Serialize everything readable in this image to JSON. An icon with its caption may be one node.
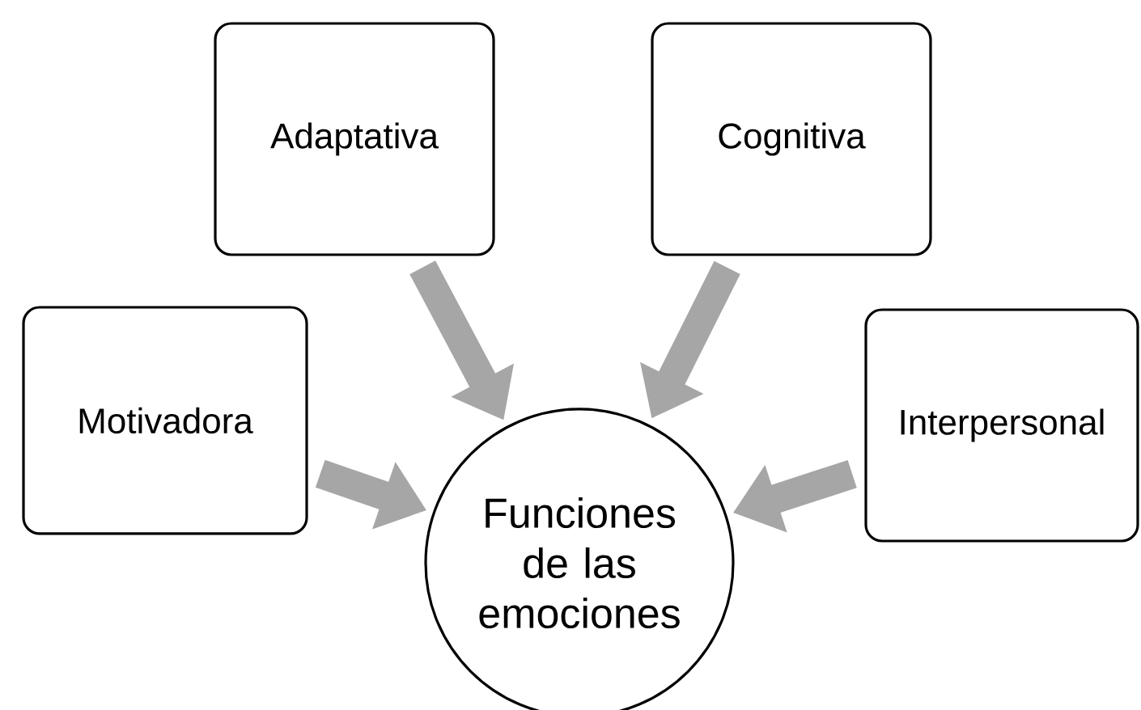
{
  "diagram": {
    "nodes": [
      {
        "text": [
          "Adaptativa"
        ]
      },
      {
        "text": [
          "Cognitiva"
        ]
      },
      {
        "text": [
          "Motivadora"
        ]
      },
      {
        "text": [
          "Interpersonal"
        ]
      },
      {
        "text": [
          "Funciones de las emociones"
        ]
      }
    ],
    "edges": [
      {
        "from": 0,
        "to": 4,
        "arrow": "to"
      },
      {
        "from": 1,
        "to": 4,
        "arrow": "to"
      },
      {
        "from": 2,
        "to": 4,
        "arrow": "to"
      },
      {
        "from": 3,
        "to": 4,
        "arrow": "to"
      }
    ]
  }
}
